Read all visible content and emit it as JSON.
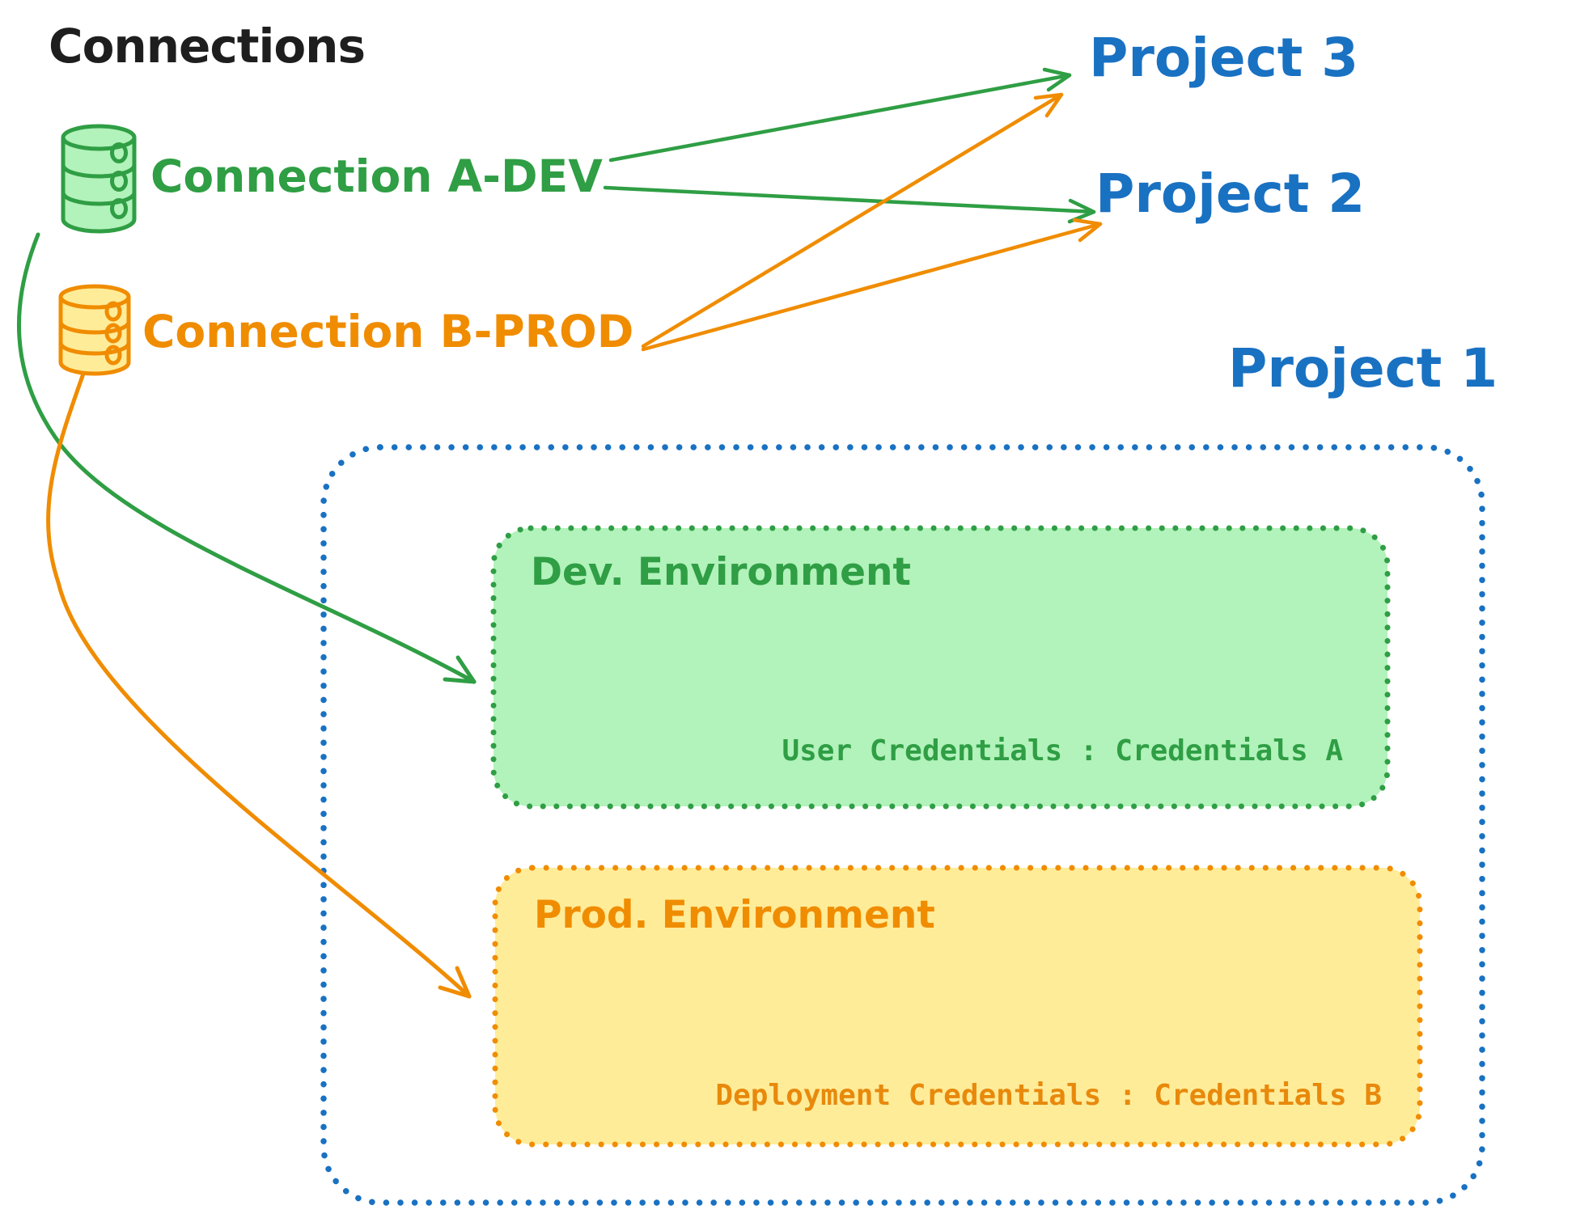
{
  "title": "Connections",
  "connections": {
    "a_dev": {
      "label": "Connection A-DEV",
      "icon": "database-icon",
      "color": "#2f9e44",
      "fill": "#b2f2bb"
    },
    "b_prod": {
      "label": "Connection B-PROD",
      "icon": "database-icon",
      "color": "#f08c00",
      "fill": "#ffec99"
    }
  },
  "projects": {
    "project3": {
      "label": "Project 3"
    },
    "project2": {
      "label": "Project 2"
    },
    "project1": {
      "label": "Project 1"
    }
  },
  "project1_detail": {
    "dev_environment": {
      "title": "Dev. Environment",
      "credentials": "User Credentials : Credentials A"
    },
    "prod_environment": {
      "title": "Prod. Environment",
      "credentials": "Deployment Credentials : Credentials B"
    }
  },
  "colors": {
    "green": "#2f9e44",
    "green_fill": "#b2f2bb",
    "orange": "#f08c00",
    "orange_fill": "#ffec99",
    "blue": "#1971c2",
    "ink": "#1e1e1e"
  }
}
